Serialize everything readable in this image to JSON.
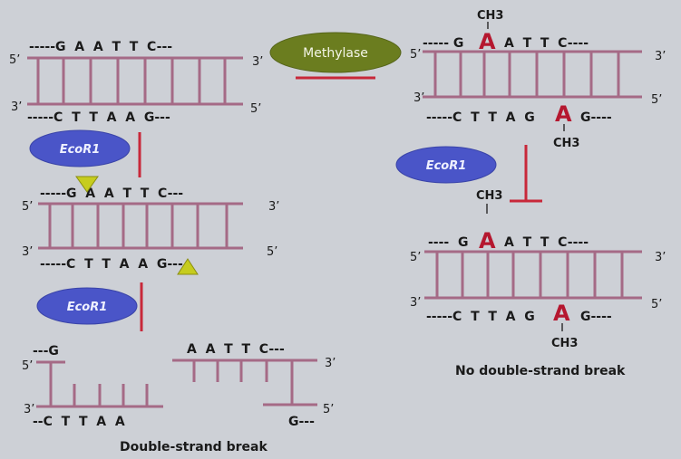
{
  "enzymes": {
    "methylase": "Methylase",
    "ecor1": "EcoR1"
  },
  "ends": {
    "five": "5’",
    "three": "3’"
  },
  "methyl_group": "CH3",
  "topLeft": {
    "top_seq": "-----G  A  A  T  T  C---",
    "bottom_seq": "-----C  T  T  A  A  G---"
  },
  "midLeft": {
    "top_seq": "-----G  A  A  T  T  C---",
    "bottom_seq": "-----C  T  T  A  A  G---"
  },
  "cut": {
    "left_top": "---G",
    "left_bottom": "--C  T  T  A  A",
    "right_top": "A  A  T  T  C---",
    "right_bottom": "G---",
    "caption": "Double-strand break"
  },
  "topRight": {
    "top_pre": "----- G",
    "top_meth": "A",
    "top_post": "A  T  T  C----",
    "bottom_pre": "-----C  T  T  A  G",
    "bottom_meth": "A",
    "bottom_post": "G----"
  },
  "midRight": {
    "top_pre": "----  G",
    "top_meth": "A",
    "top_post": "A  T  T  C----",
    "bottom_pre": "-----C  T  T  A  G",
    "bottom_meth": "A",
    "bottom_post": "G----",
    "caption": "No double-strand break"
  }
}
